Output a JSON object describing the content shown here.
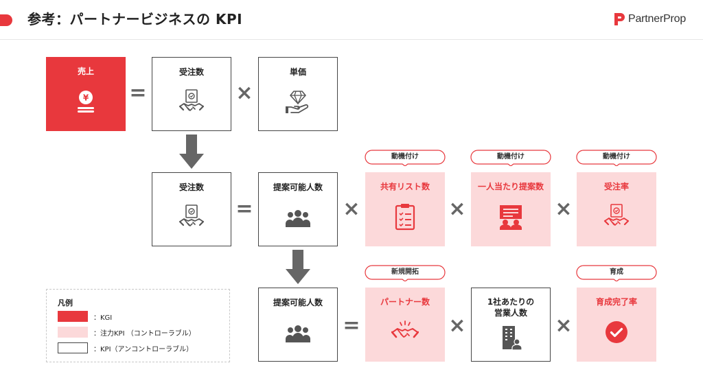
{
  "header": {
    "title": "参考：パートナービジネスの KPI",
    "logo_text": "PartnerProp",
    "accent_color": "#e8383d"
  },
  "row1": {
    "revenue": {
      "label": "売上",
      "icon": "yen-coins-icon"
    },
    "op1": "=",
    "orders": {
      "label": "受注数",
      "icon": "handshake-document-icon"
    },
    "op2": "×",
    "unit_price": {
      "label": "単価",
      "icon": "diamond-hand-icon"
    }
  },
  "row2": {
    "orders": {
      "label": "受注数",
      "icon": "handshake-document-icon"
    },
    "op1": "=",
    "proposable": {
      "label": "提案可能人数",
      "icon": "people-group-icon"
    },
    "op2": "×",
    "shared_list": {
      "label": "共有リスト数",
      "tag": "動機付け",
      "icon": "checklist-clipboard-icon"
    },
    "op3": "×",
    "per_person": {
      "label": "一人当たり提案数",
      "tag": "動機付け",
      "icon": "presentation-icon"
    },
    "op4": "×",
    "order_rate": {
      "label": "受注率",
      "tag": "動機付け",
      "icon": "handshake-document-icon"
    }
  },
  "row3": {
    "proposable": {
      "label": "提案可能人数",
      "icon": "people-group-icon"
    },
    "op1": "=",
    "partners": {
      "label": "パートナー数",
      "tag": "新規開拓",
      "icon": "handshake-icon"
    },
    "op2": "×",
    "sales_per_company": {
      "label": "1社あたりの\n営業人数",
      "icon": "building-person-icon"
    },
    "op3": "×",
    "training": {
      "label": "育成完了率",
      "tag": "育成",
      "icon": "check-circle-icon"
    }
  },
  "legend": {
    "title": "凡例",
    "items": [
      {
        "text": "：KGI"
      },
      {
        "text": "：注力KPI （コントローラブル）"
      },
      {
        "text": "：KPI（アンコントローラブル）"
      }
    ]
  }
}
